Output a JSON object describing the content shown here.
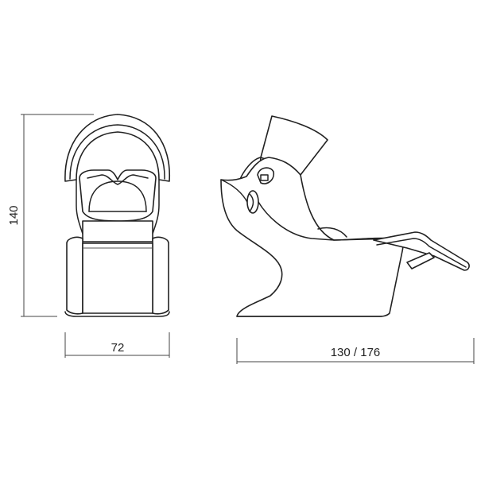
{
  "dimensions": {
    "height_label": "140",
    "front_width_label": "72",
    "side_length_label": "130 / 176"
  },
  "colors": {
    "line": "#222222",
    "background": "#ffffff"
  }
}
